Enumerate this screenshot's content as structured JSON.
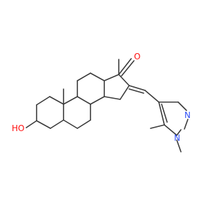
{
  "molecule": {
    "labels": {
      "oxygen_ketone": "O",
      "hydroxyl": "HO",
      "nitrogen_1": "N",
      "nitrogen_2": "N"
    },
    "colors": {
      "bond": "#3a3a3a",
      "oxygen": "#ff0d0d",
      "nitrogen": "#3050f8"
    }
  }
}
